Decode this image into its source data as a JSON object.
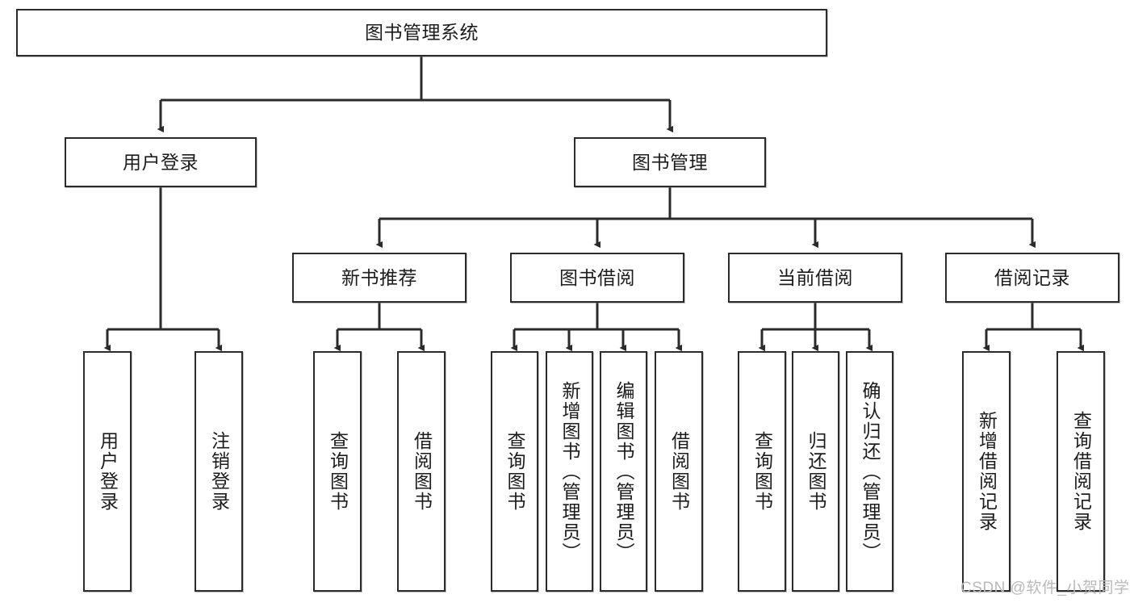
{
  "diagram": {
    "type": "tree-hierarchy",
    "title_node": {
      "label": "图书管理系统"
    },
    "level1": [
      {
        "id": "user-login",
        "label": "用户登录"
      },
      {
        "id": "book-management",
        "label": "图书管理"
      }
    ],
    "level2": [
      {
        "id": "new-book-recommend",
        "label": "新书推荐",
        "parent": "book-management"
      },
      {
        "id": "book-borrow",
        "label": "图书借阅",
        "parent": "book-management"
      },
      {
        "id": "current-borrow",
        "label": "当前借阅",
        "parent": "book-management"
      },
      {
        "id": "borrow-record",
        "label": "借阅记录",
        "parent": "book-management"
      }
    ],
    "leaves": [
      {
        "id": "leaf-user-login",
        "label": "用户登录",
        "parent": "user-login"
      },
      {
        "id": "leaf-logout",
        "label": "注销登录",
        "parent": "user-login"
      },
      {
        "id": "leaf-query-book-1",
        "label": "查询图书",
        "parent": "new-book-recommend"
      },
      {
        "id": "leaf-borrow-book-1",
        "label": "借阅图书",
        "parent": "new-book-recommend"
      },
      {
        "id": "leaf-query-book-2",
        "label": "查询图书",
        "parent": "book-borrow"
      },
      {
        "id": "leaf-add-book",
        "label": "新增图书（管理员）",
        "parent": "book-borrow"
      },
      {
        "id": "leaf-edit-book",
        "label": "编辑图书（管理员）",
        "parent": "book-borrow"
      },
      {
        "id": "leaf-borrow-book-2",
        "label": "借阅图书",
        "parent": "book-borrow"
      },
      {
        "id": "leaf-query-book-3",
        "label": "查询图书",
        "parent": "current-borrow"
      },
      {
        "id": "leaf-return-book",
        "label": "归还图书",
        "parent": "current-borrow"
      },
      {
        "id": "leaf-confirm-return",
        "label": "确认归还（管理员）",
        "parent": "current-borrow"
      },
      {
        "id": "leaf-add-record",
        "label": "新增借阅记录",
        "parent": "borrow-record"
      },
      {
        "id": "leaf-query-record",
        "label": "查询借阅记录",
        "parent": "borrow-record"
      }
    ],
    "watermark": "CSDN @软件_小贺同学",
    "colors": {
      "stroke": "#2b2b2b",
      "fill": "#ffffff",
      "text": "#1c1c1c",
      "watermark": "#b9b9b9"
    }
  }
}
